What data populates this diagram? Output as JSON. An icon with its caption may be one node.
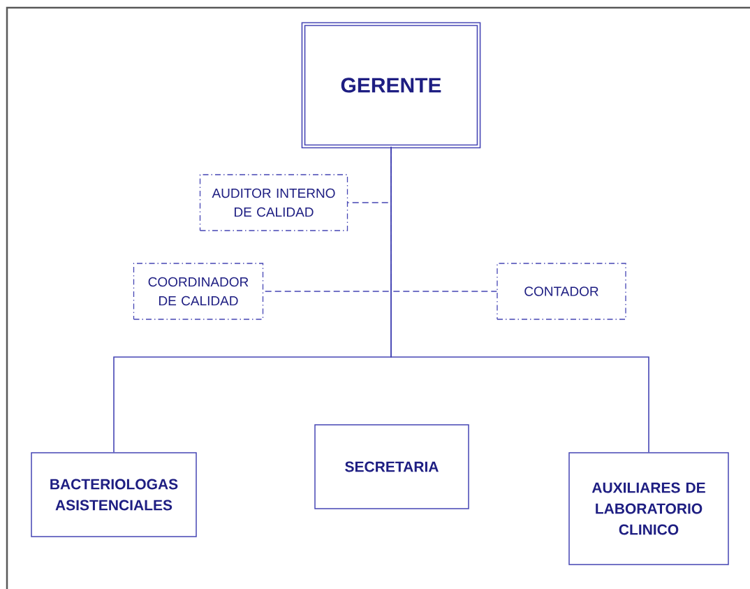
{
  "diagram": {
    "nodes": [
      {
        "text": [
          "GERENTE"
        ]
      },
      {
        "text": [
          "AUDITOR INTERNO DE CALIDAD"
        ]
      },
      {
        "text": [
          "COORDINADOR DE CALIDAD"
        ]
      },
      {
        "text": [
          "CONTADOR"
        ]
      },
      {
        "text": [
          "BACTERIOLOGAS ASISTENCIALES"
        ]
      },
      {
        "text": [
          "SECRETARIA"
        ]
      },
      {
        "text": [
          "AUXILIARES DE LABORATORIO CLINICO"
        ]
      }
    ],
    "edges": [
      {
        "from": 0,
        "to": 1,
        "arrow": "none",
        "style": "dashed"
      },
      {
        "from": 0,
        "to": 2,
        "arrow": "none",
        "style": "dashed"
      },
      {
        "from": 0,
        "to": 3,
        "arrow": "none",
        "style": "dashed"
      },
      {
        "from": 0,
        "to": 4,
        "arrow": "none"
      },
      {
        "from": 0,
        "to": 6,
        "arrow": "none"
      }
    ]
  }
}
